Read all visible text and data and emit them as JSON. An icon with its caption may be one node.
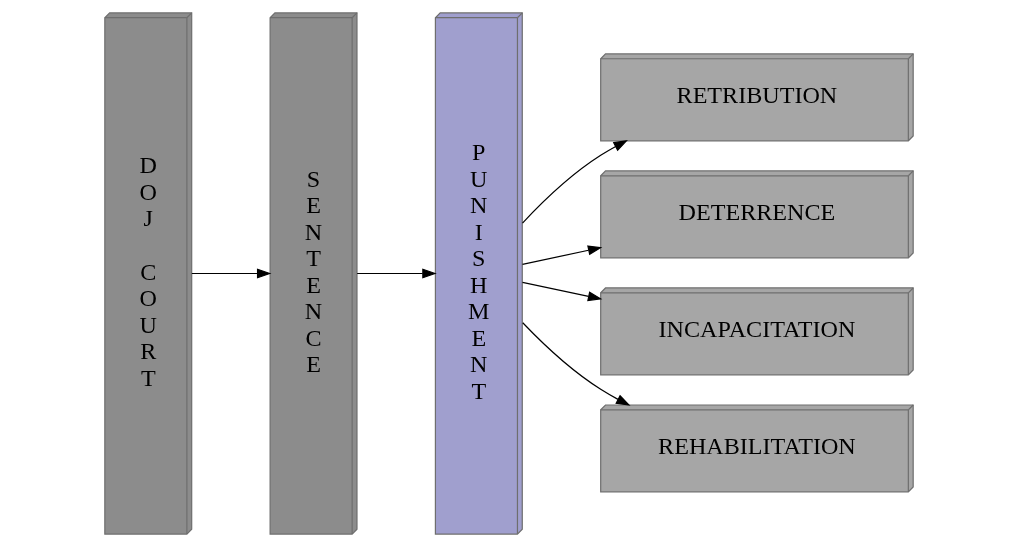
{
  "diagram": {
    "nodes": [
      {
        "text": [
          "DOJ COURT"
        ]
      },
      {
        "text": [
          "SENTENCE"
        ]
      },
      {
        "text": [
          "PUNISHMENT"
        ]
      },
      {
        "text": [
          "RETRIBUTION"
        ]
      },
      {
        "text": [
          "DETERRENCE"
        ]
      },
      {
        "text": [
          "INCAPACITATION"
        ]
      },
      {
        "text": [
          "REHABILITATION"
        ]
      }
    ],
    "edges": [
      {
        "from": 0,
        "to": 1,
        "arrow": "to"
      },
      {
        "from": 1,
        "to": 2,
        "arrow": "to"
      },
      {
        "from": 2,
        "to": 3,
        "arrow": "to"
      },
      {
        "from": 2,
        "to": 4,
        "arrow": "to"
      },
      {
        "from": 2,
        "to": 5,
        "arrow": "to"
      },
      {
        "from": 2,
        "to": 6,
        "arrow": "to"
      }
    ]
  }
}
